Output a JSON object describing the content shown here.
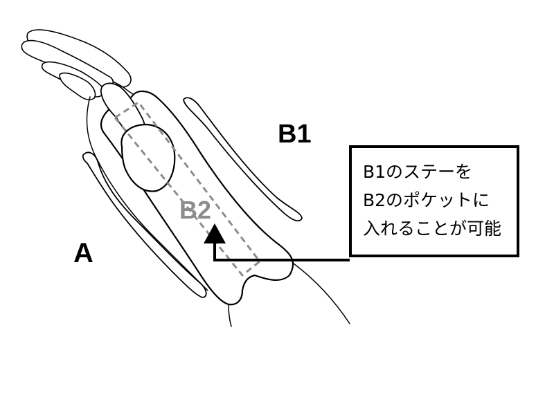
{
  "labels": {
    "a": "A",
    "b1": "B1",
    "b2": "B2"
  },
  "callout": {
    "lines": [
      "B1のステーを",
      "B2のポケットに",
      "入れることが可能"
    ]
  },
  "colors": {
    "line": "#000000",
    "b2_label": "#8c8c8c",
    "pocket_dash": "#8c8c8c"
  }
}
